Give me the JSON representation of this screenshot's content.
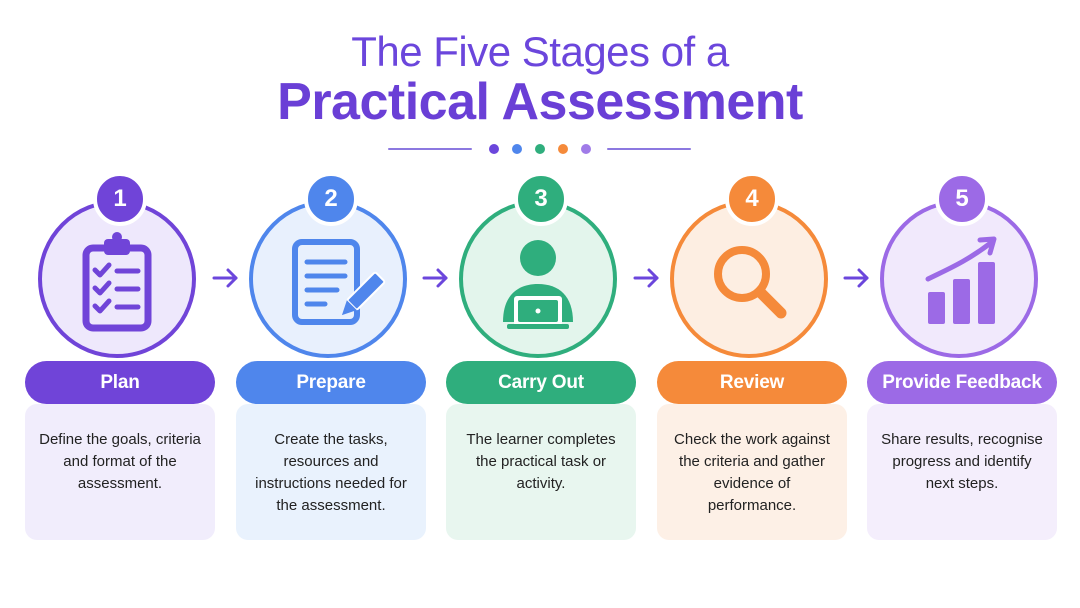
{
  "title": {
    "line1": "The Five Stages of a",
    "line2": "Practical Assessment"
  },
  "divider_dot_colors": [
    "#6b46dc",
    "#4f86ec",
    "#2fae7d",
    "#f58a3a",
    "#a07be8"
  ],
  "stages": [
    {
      "number": "1",
      "label": "Plan",
      "description": "Define the goals, criteria and format of the assessment.",
      "icon": "clipboard-checklist-icon",
      "color": "#7044d8",
      "ring_fill": "#eee8fc",
      "desc_bg": "#f1edfc"
    },
    {
      "number": "2",
      "label": "Prepare",
      "description": "Create the tasks, resources and instructions needed for the assessment.",
      "icon": "document-pencil-icon",
      "color": "#4f86ec",
      "ring_fill": "#e8f0fd",
      "desc_bg": "#e9f2fd"
    },
    {
      "number": "3",
      "label": "Carry Out",
      "description": "The learner completes the practical task or activity.",
      "icon": "learner-laptop-icon",
      "color": "#2fae7d",
      "ring_fill": "#e3f5ec",
      "desc_bg": "#e8f6ef"
    },
    {
      "number": "4",
      "label": "Review",
      "description": "Check the work against the criteria and gather evidence of performance.",
      "icon": "magnifying-glass-icon",
      "color": "#f58a3a",
      "ring_fill": "#fdeee2",
      "desc_bg": "#fdf0e6"
    },
    {
      "number": "5",
      "label": "Provide Feedback",
      "description": "Share results, recognise progress and identify next steps.",
      "icon": "growth-chart-icon",
      "color": "#9c6ae6",
      "ring_fill": "#f1e9fc",
      "desc_bg": "#f4eefc"
    }
  ],
  "arrow_color": "#6b46dc"
}
